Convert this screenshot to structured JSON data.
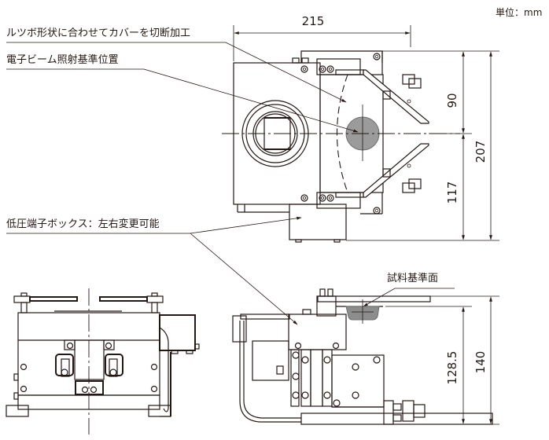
{
  "drawing": {
    "unit_label": "単位：mm",
    "callouts": {
      "crucible_cover": "ルツボ形状に合わせてカバーを切断加工",
      "beam_reference": "電子ビーム照射基準位置",
      "terminal_box": "低圧端子ボックス：左右変更可能",
      "sample_reference": "試料基準面"
    },
    "dimensions": {
      "width_top": "215",
      "upper_height": "90",
      "lower_height": "117",
      "total_height": "207",
      "sample_height": "128.5",
      "total_side_height": "140"
    },
    "colors": {
      "line": "#231815",
      "beam_spot": "#9b9b9b",
      "sample_fill": "#8c8c8c"
    }
  }
}
